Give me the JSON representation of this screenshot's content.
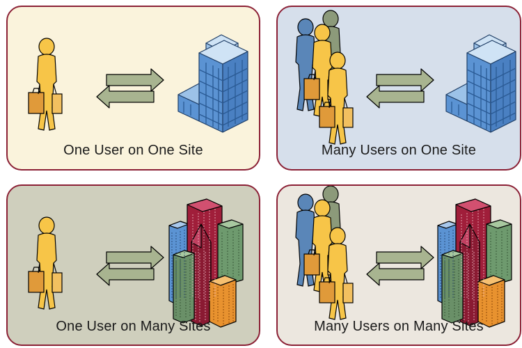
{
  "colors": {
    "border": "#8b2035",
    "panel_one_user_one_site": "#faf3dc",
    "panel_many_users_one_site": "#d6dfeb",
    "panel_one_user_many_sites": "#cfcfbd",
    "panel_many_users_many_sites": "#ece7df",
    "person_yellow": "#f7c548",
    "person_blue": "#5a86b8",
    "person_olive": "#8c9a7a",
    "briefcase": "#e09a3a",
    "arrow": "#a8b490",
    "building_blue": "#5b93d3",
    "building_red": "#a01e3a",
    "building_green": "#6e9a6e",
    "building_orange": "#e8922f"
  },
  "panels": [
    {
      "caption": "One User on One Site",
      "users": "one",
      "sites": "one"
    },
    {
      "caption": "Many Users on One Site",
      "users": "many",
      "sites": "one"
    },
    {
      "caption": "One User on Many Sites",
      "users": "one",
      "sites": "many"
    },
    {
      "caption": "Many Users on Many Sites",
      "users": "many",
      "sites": "many"
    }
  ]
}
